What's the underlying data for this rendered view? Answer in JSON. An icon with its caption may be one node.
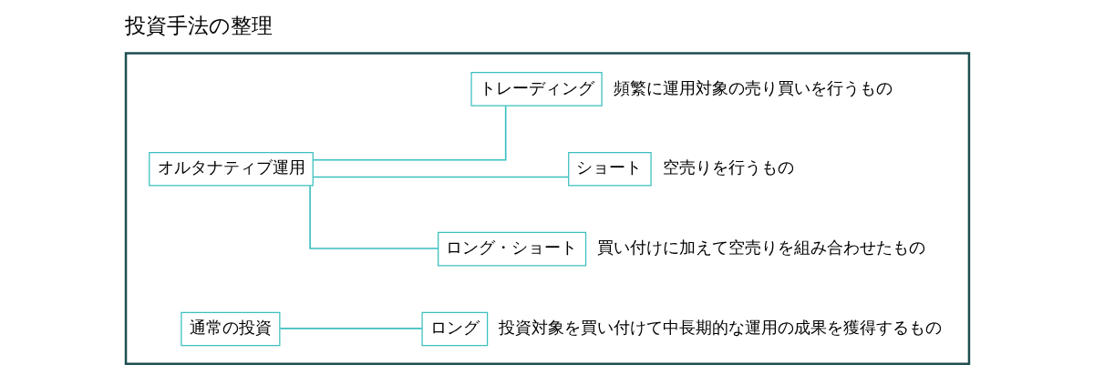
{
  "diagram": {
    "title": "投資手法の整理",
    "nodes": [
      {
        "text": [],
        "shape": "box"
      },
      {
        "text": [
          "通常の投資"
        ],
        "in": 0
      },
      {
        "text": [
          "ロング"
        ],
        "in": 0,
        "beside": [
          "投資対象を買い付けて中長期的な運用の成果を獲得するもの"
        ]
      },
      {
        "text": [
          "オルタナティブ運用"
        ],
        "in": 0
      },
      {
        "text": [
          "トレーディング"
        ],
        "in": 0,
        "beside": [
          "頻繁に運用対象の売り買いを行うもの"
        ]
      },
      {
        "text": [
          "ショート"
        ],
        "in": 0,
        "beside": [
          "空売りを行うもの"
        ]
      },
      {
        "text": [
          "ロング・ショート"
        ],
        "in": 0,
        "beside": [
          "買い付けに加えて空売りを組み合わせたもの"
        ]
      }
    ],
    "edges": [
      {
        "from": 1,
        "to": 2,
        "arrow": "none"
      },
      {
        "from": 3,
        "to": 4,
        "arrow": "none"
      },
      {
        "from": 3,
        "to": 5,
        "arrow": "none"
      },
      {
        "from": 3,
        "to": 6,
        "arrow": "none"
      }
    ]
  }
}
